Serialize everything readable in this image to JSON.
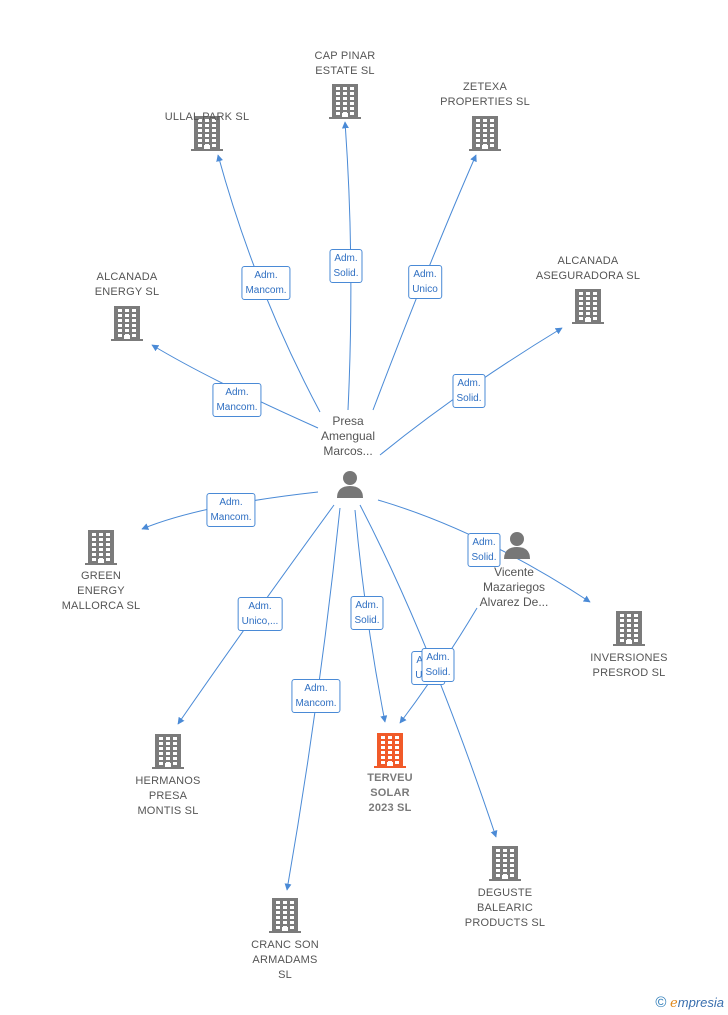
{
  "colors": {
    "edge": "#4a8ad6",
    "building": "#7b7b7b",
    "target_building": "#f15a29",
    "person": "#777777"
  },
  "persons": [
    {
      "id": "p1",
      "label": "Presa\nAmengual\nMarcos..."
    },
    {
      "id": "p2",
      "label": "Vicente\nMazariegos\nAlvarez De..."
    }
  ],
  "companies": [
    {
      "id": "ullal",
      "label": "ULLAL PARK SL"
    },
    {
      "id": "cap",
      "label": "CAP PINAR\nESTATE  SL"
    },
    {
      "id": "zetexa",
      "label": "ZETEXA\nPROPERTIES SL"
    },
    {
      "id": "alc_energy",
      "label": "ALCANADA\nENERGY  SL"
    },
    {
      "id": "alc_aseg",
      "label": "ALCANADA\nASEGURADORA SL"
    },
    {
      "id": "green",
      "label": "GREEN\nENERGY\nMALLORCA  SL"
    },
    {
      "id": "inversiones",
      "label": "INVERSIONES\nPRESROD  SL"
    },
    {
      "id": "hermanos",
      "label": "HERMANOS\nPRESA\nMONTIS  SL"
    },
    {
      "id": "terveu",
      "label": "TERVEU\nSOLAR\n2023  SL",
      "target": true
    },
    {
      "id": "deguste",
      "label": "DEGUSTE\nBALEARIC\nPRODUCTS SL"
    },
    {
      "id": "cranc",
      "label": "CRANC SON\nARMADAMS\nSL"
    }
  ],
  "edges": [
    {
      "from": "p1",
      "to": "ullal",
      "label": "Adm.\nMancom."
    },
    {
      "from": "p1",
      "to": "cap",
      "label": "Adm.\nSolid."
    },
    {
      "from": "p1",
      "to": "zetexa",
      "label": "Adm.\nUnico"
    },
    {
      "from": "p1",
      "to": "alc_energy",
      "label": "Adm.\nMancom."
    },
    {
      "from": "p1",
      "to": "alc_aseg",
      "label": "Adm.\nSolid."
    },
    {
      "from": "p1",
      "to": "green",
      "label": "Adm.\nMancom."
    },
    {
      "from": "p1",
      "to": "inversiones",
      "label": "Adm.\nSolid."
    },
    {
      "from": "p1",
      "to": "hermanos",
      "label": "Adm.\nUnico,..."
    },
    {
      "from": "p1",
      "to": "terveu",
      "label": "Adm.\nSolid."
    },
    {
      "from": "p1",
      "to": "cranc",
      "label": "Adm.\nMancom."
    },
    {
      "from": "p1",
      "to": "deguste",
      "label": "Adm.\nUnico"
    },
    {
      "from": "p2",
      "to": "terveu",
      "label": "Adm.\nSolid."
    }
  ],
  "copyright": {
    "symbol": "©",
    "brand_initial": "e",
    "brand_rest": "mpresia"
  }
}
